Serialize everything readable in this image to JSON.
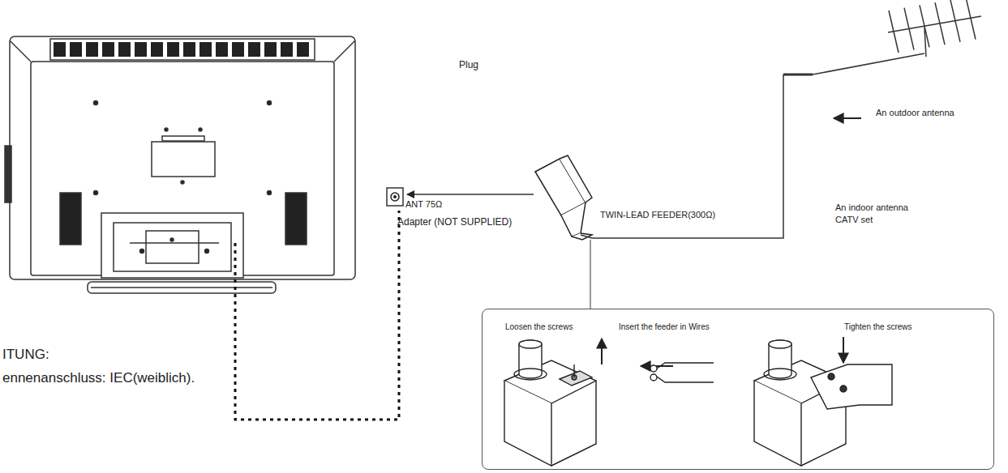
{
  "diagram": {
    "nodes": [
      {
        "text": [
          "Loosen the screws",
          "Insert the feeder in Wires",
          "Tighten the screws"
        ]
      }
    ],
    "labels": [
      "Plug",
      "An outdoor antenna",
      "ANT 75Ω",
      "TWIN-LEAD FEEDER(300Ω)",
      "An indoor antenna",
      "CATV set",
      "Adapter (NOT SUPPLIED)",
      "ITUNG:",
      "ennenanschluss: IEC(weiblich)."
    ]
  }
}
